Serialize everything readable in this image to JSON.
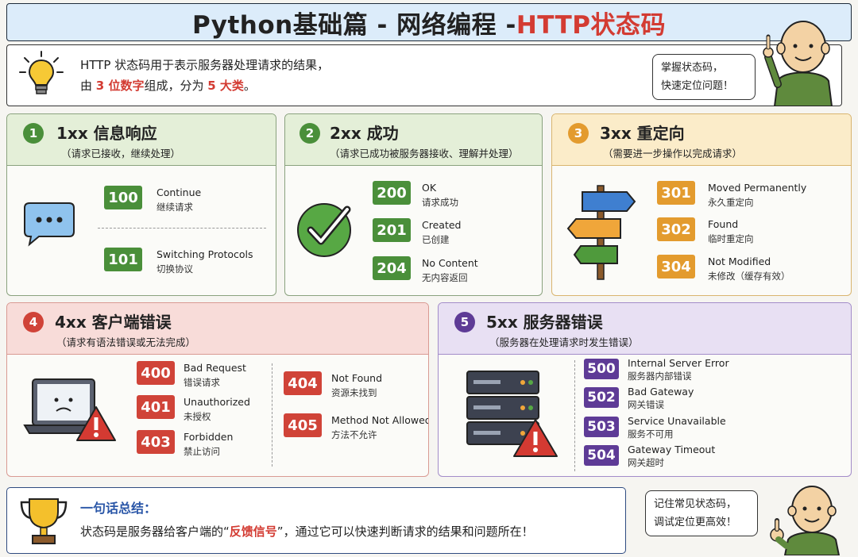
{
  "title": {
    "part1": "Python基础篇 - 网络编程 - ",
    "part2": "HTTP状态码"
  },
  "intro": {
    "line1": "HTTP 状态码用于表示服务器处理请求的结果，",
    "line2_a": "由 ",
    "line2_b": "3 位数字",
    "line2_c": "组成，分为 ",
    "line2_d": "5 大类",
    "line2_e": "。",
    "bubble_1": "掌握状态码，",
    "bubble_2": "快速定位问题！"
  },
  "sections": {
    "s1": {
      "num": "1",
      "title": "1xx 信息响应",
      "sub": "（请求已接收，继续处理）",
      "codes": [
        {
          "code": "100",
          "en": "Continue",
          "zh": "继续请求"
        },
        {
          "code": "101",
          "en": "Switching Protocols",
          "zh": "切换协议"
        }
      ]
    },
    "s2": {
      "num": "2",
      "title": "2xx 成功",
      "sub": "（请求已成功被服务器接收、理解并处理）",
      "codes": [
        {
          "code": "200",
          "en": "OK",
          "zh": "请求成功"
        },
        {
          "code": "201",
          "en": "Created",
          "zh": "已创建"
        },
        {
          "code": "204",
          "en": "No Content",
          "zh": "无内容返回"
        }
      ]
    },
    "s3": {
      "num": "3",
      "title": "3xx 重定向",
      "sub": "（需要进一步操作以完成请求）",
      "codes": [
        {
          "code": "301",
          "en": "Moved Permanently",
          "zh": "永久重定向"
        },
        {
          "code": "302",
          "en": "Found",
          "zh": "临时重定向"
        },
        {
          "code": "304",
          "en": "Not Modified",
          "zh": "未修改（缓存有效）"
        }
      ]
    },
    "s4": {
      "num": "4",
      "title": "4xx 客户端错误",
      "sub": "（请求有语法错误或无法完成）",
      "codes": [
        {
          "code": "400",
          "en": "Bad Request",
          "zh": "错误请求"
        },
        {
          "code": "401",
          "en": "Unauthorized",
          "zh": "未授权"
        },
        {
          "code": "403",
          "en": "Forbidden",
          "zh": "禁止访问"
        },
        {
          "code": "404",
          "en": "Not Found",
          "zh": "资源未找到"
        },
        {
          "code": "405",
          "en": "Method Not Allowed",
          "zh": "方法不允许"
        }
      ]
    },
    "s5": {
      "num": "5",
      "title": "5xx 服务器错误",
      "sub": "（服务器在处理请求时发生错误）",
      "codes": [
        {
          "code": "500",
          "en": "Internal Server Error",
          "zh": "服务器内部错误"
        },
        {
          "code": "502",
          "en": "Bad Gateway",
          "zh": "网关错误"
        },
        {
          "code": "503",
          "en": "Service Unavailable",
          "zh": "服务不可用"
        },
        {
          "code": "504",
          "en": "Gateway Timeout",
          "zh": "网关超时"
        }
      ]
    }
  },
  "summary": {
    "heading": "一句话总结：",
    "text_a": "状态码是服务器给客户端的“",
    "text_b": "反馈信号",
    "text_c": "”，通过它可以快速判断请求的结果和问题所在！",
    "bubble_1": "记住常见状态码，",
    "bubble_2": "调试定位更高效！"
  },
  "colors": {
    "green": "#4a8f3a",
    "orange": "#e39b2e",
    "red": "#d04338",
    "purple": "#5e3b96",
    "accent_red": "#d33b32"
  },
  "icons": [
    "lightbulb-icon",
    "chat-bubble-icon",
    "checkmark-icon",
    "signpost-icon",
    "sad-laptop-icon",
    "server-rack-icon",
    "warning-icon",
    "trophy-icon",
    "character-avatar"
  ]
}
